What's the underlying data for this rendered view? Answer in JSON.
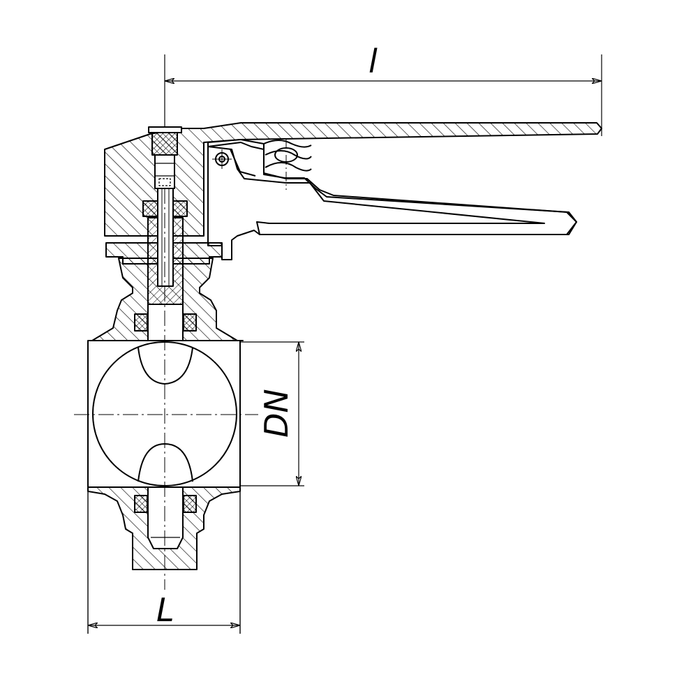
{
  "dimensions": {
    "top_length": "l",
    "nominal_diameter": "DN",
    "body_length": "L"
  },
  "colors": {
    "line": "#000000",
    "background": "#ffffff"
  }
}
